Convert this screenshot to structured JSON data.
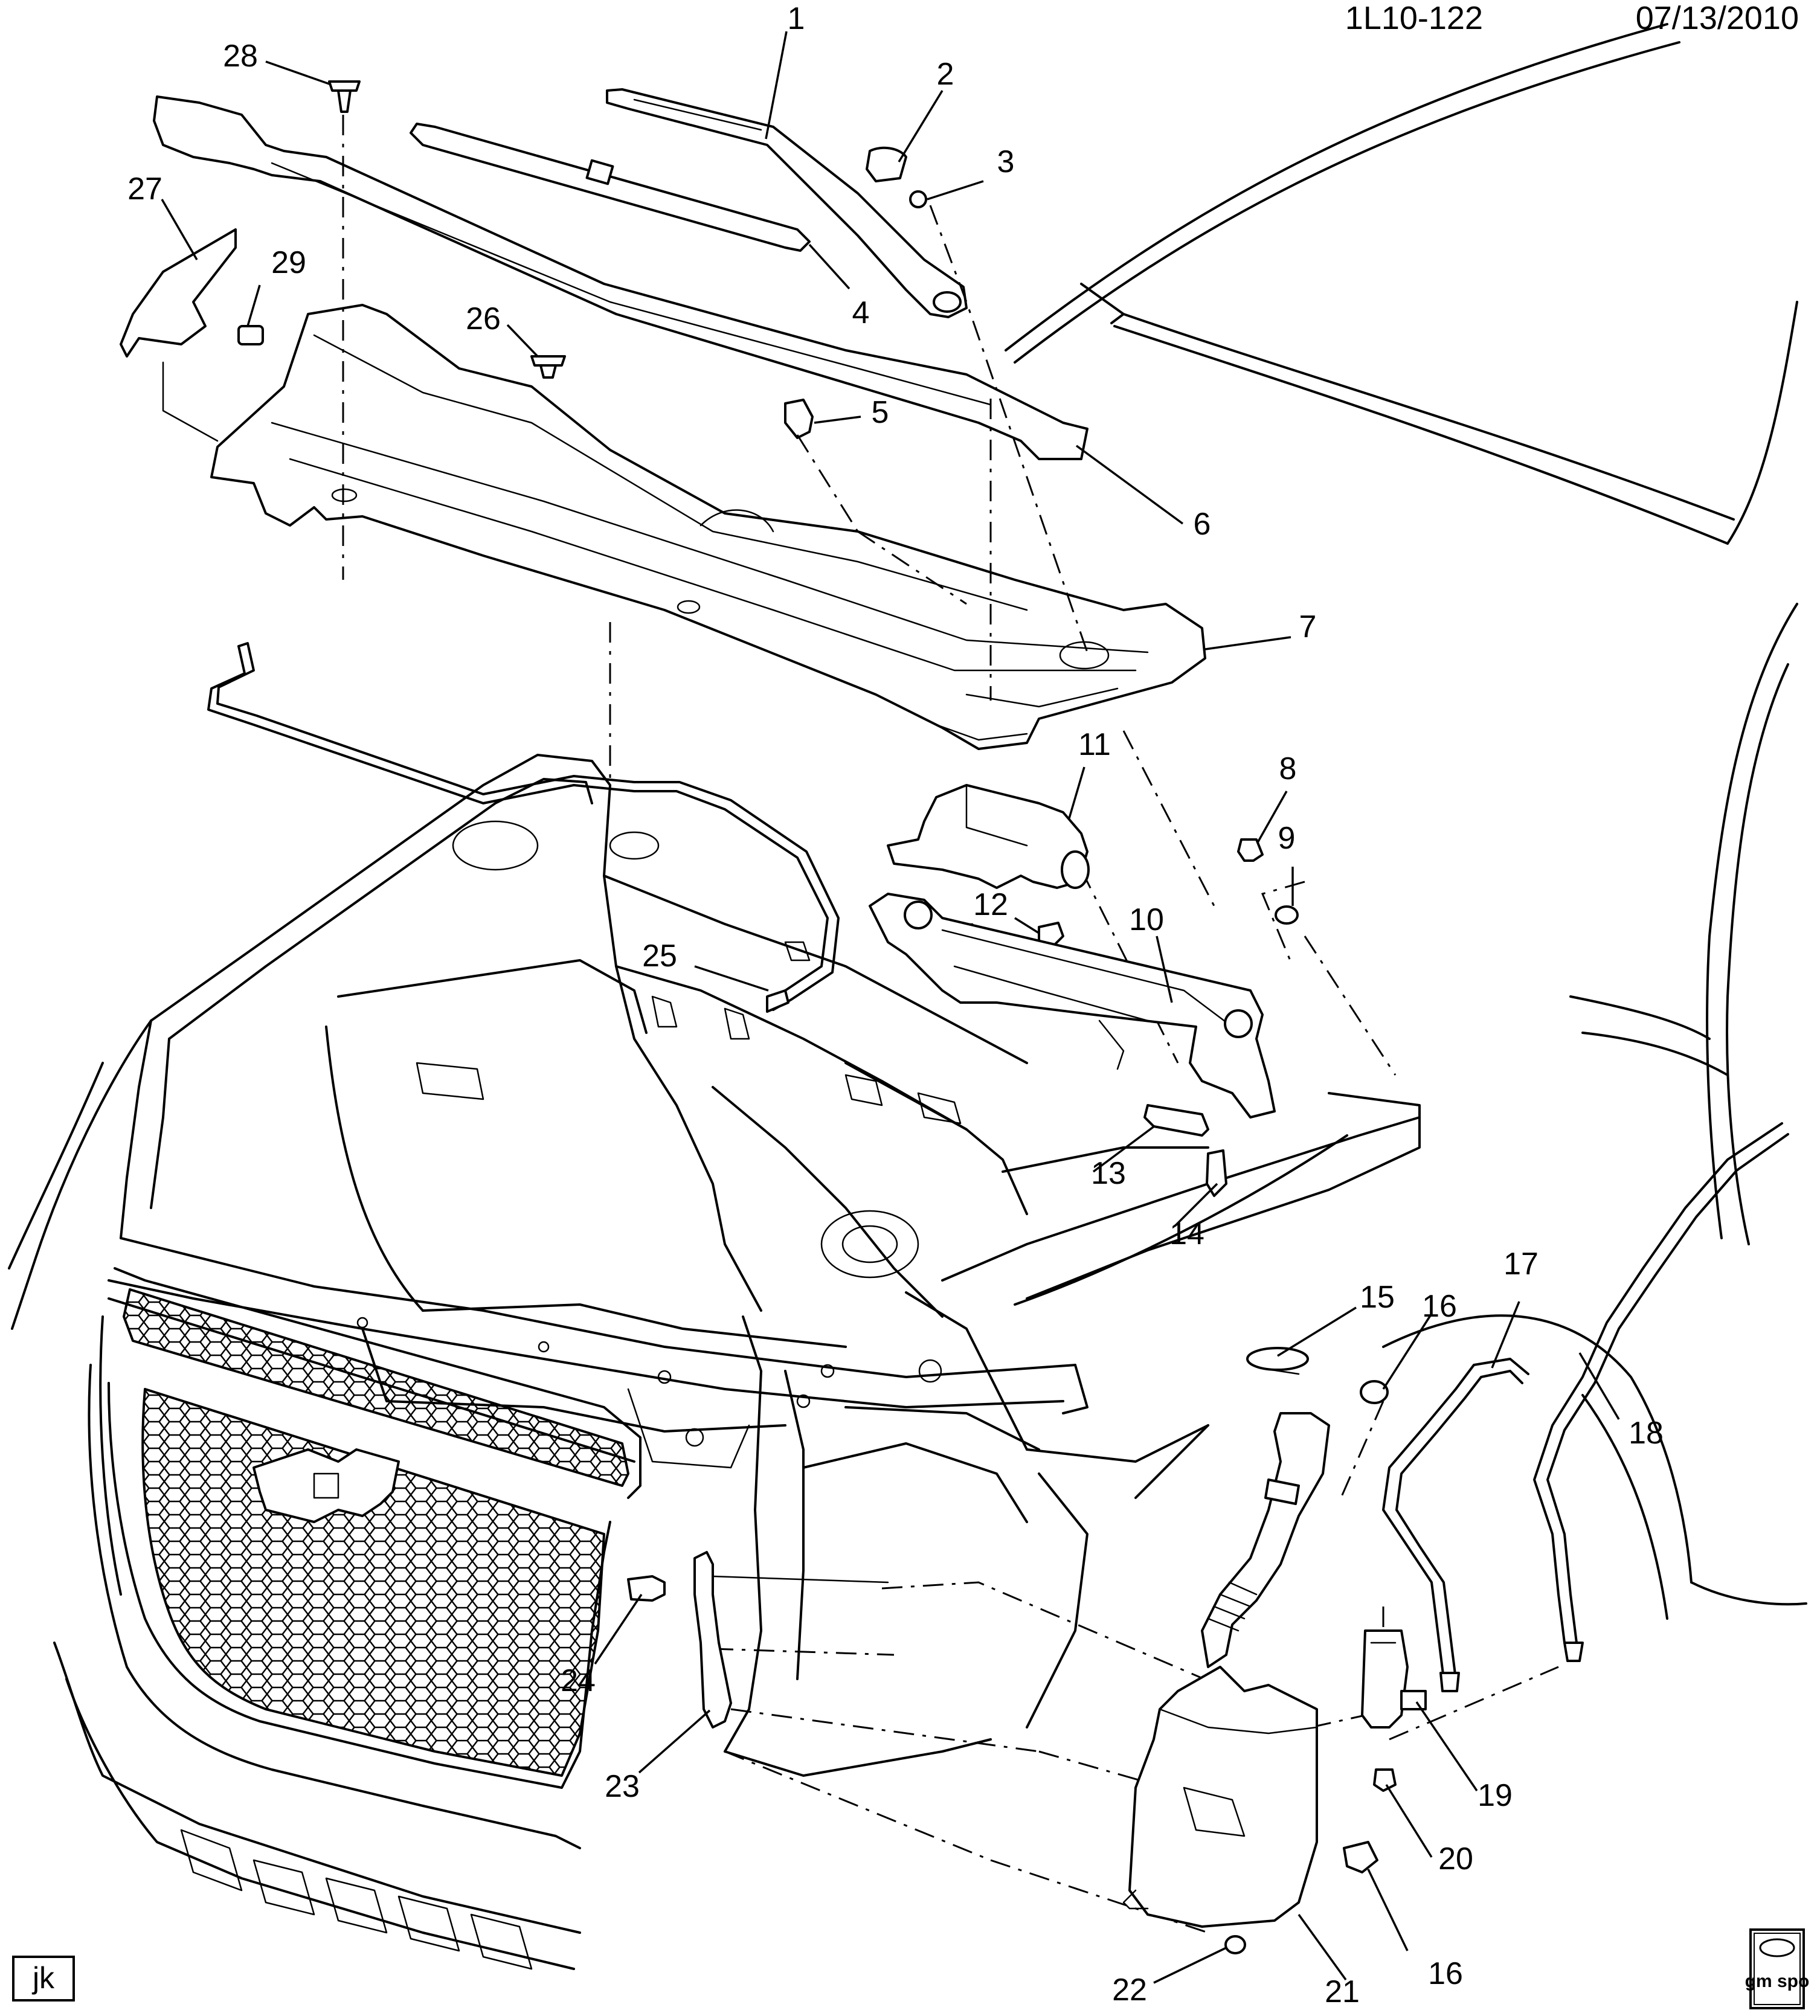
{
  "header": {
    "diagram_code": "1L10-122",
    "date": "07/13/2010"
  },
  "corner_labels": {
    "artist_initials": "jk",
    "logo_text": "gm spo"
  },
  "callouts": [
    {
      "id": "c1",
      "text": "1"
    },
    {
      "id": "c2",
      "text": "2"
    },
    {
      "id": "c3",
      "text": "3"
    },
    {
      "id": "c4",
      "text": "4"
    },
    {
      "id": "c5",
      "text": "5"
    },
    {
      "id": "c6",
      "text": "6"
    },
    {
      "id": "c7",
      "text": "7"
    },
    {
      "id": "c8",
      "text": "8"
    },
    {
      "id": "c9",
      "text": "9"
    },
    {
      "id": "c10",
      "text": "10"
    },
    {
      "id": "c11",
      "text": "11"
    },
    {
      "id": "c12",
      "text": "12"
    },
    {
      "id": "c13",
      "text": "13"
    },
    {
      "id": "c14",
      "text": "14"
    },
    {
      "id": "c15",
      "text": "15"
    },
    {
      "id": "c16a",
      "text": "16"
    },
    {
      "id": "c16b",
      "text": "16"
    },
    {
      "id": "c17",
      "text": "17"
    },
    {
      "id": "c18",
      "text": "18"
    },
    {
      "id": "c19",
      "text": "19"
    },
    {
      "id": "c20",
      "text": "20"
    },
    {
      "id": "c21",
      "text": "21"
    },
    {
      "id": "c22",
      "text": "22"
    },
    {
      "id": "c23",
      "text": "23"
    },
    {
      "id": "c24",
      "text": "24"
    },
    {
      "id": "c25",
      "text": "25"
    },
    {
      "id": "c26",
      "text": "26"
    },
    {
      "id": "c27",
      "text": "27"
    },
    {
      "id": "c28",
      "text": "28"
    },
    {
      "id": "c29",
      "text": "29"
    }
  ]
}
